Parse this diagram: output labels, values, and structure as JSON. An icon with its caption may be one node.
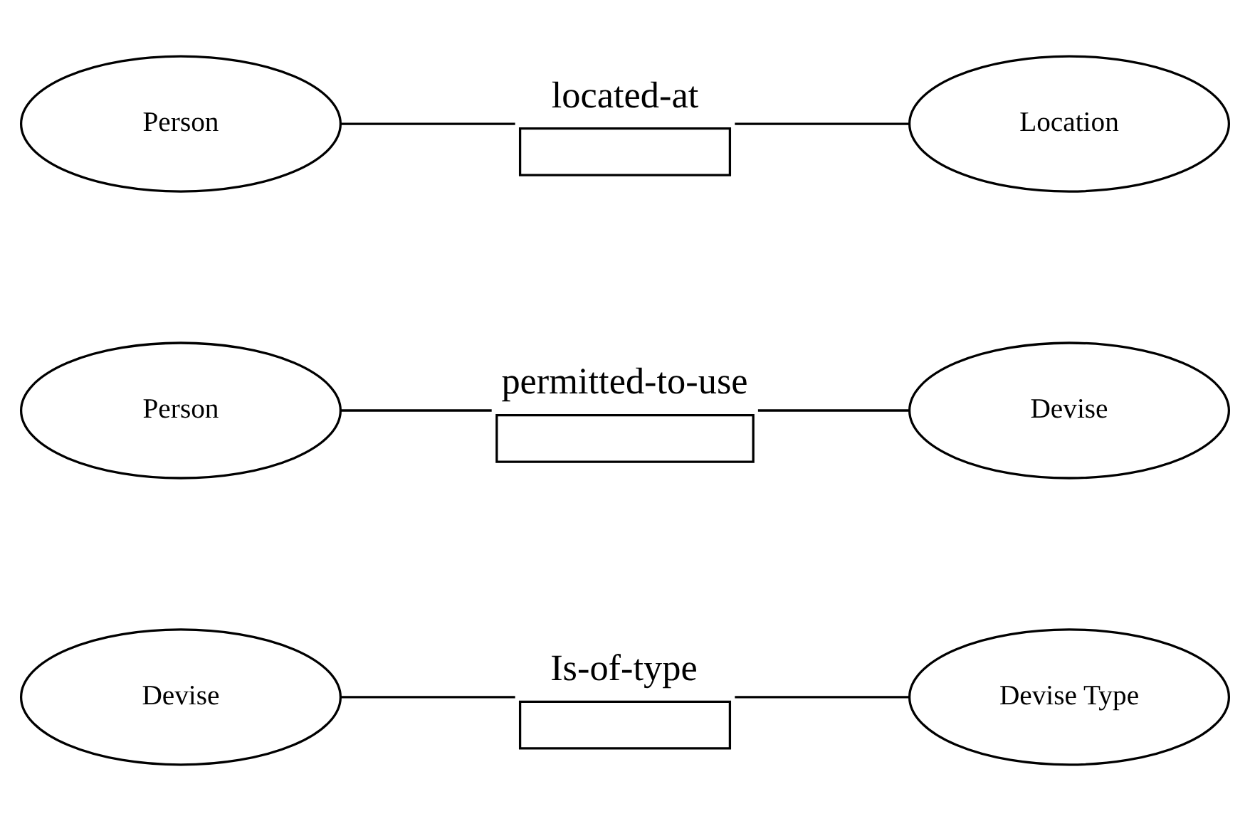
{
  "diagram": {
    "nodes": [
      {
        "text": [
          "Devise"
        ]
      },
      {
        "text": [
          "Is-of-type"
        ]
      },
      {
        "text": [
          "Devise Type"
        ]
      },
      {
        "text": [
          "Person"
        ]
      },
      {
        "text": [
          "permitted-to-use"
        ]
      },
      {
        "text": [
          "Devise"
        ]
      },
      {
        "text": [
          "Person"
        ]
      },
      {
        "text": [
          "located-at"
        ]
      },
      {
        "text": [
          "Location"
        ]
      }
    ],
    "edges": [
      {
        "from": 0,
        "to": 1,
        "arrow": "none"
      },
      {
        "from": 1,
        "to": 2,
        "arrow": "none"
      },
      {
        "from": 3,
        "to": 4,
        "arrow": "none"
      },
      {
        "from": 4,
        "to": 5,
        "arrow": "none"
      },
      {
        "from": 6,
        "to": 7,
        "arrow": "none"
      },
      {
        "from": 7,
        "to": 8,
        "arrow": "none"
      }
    ]
  }
}
